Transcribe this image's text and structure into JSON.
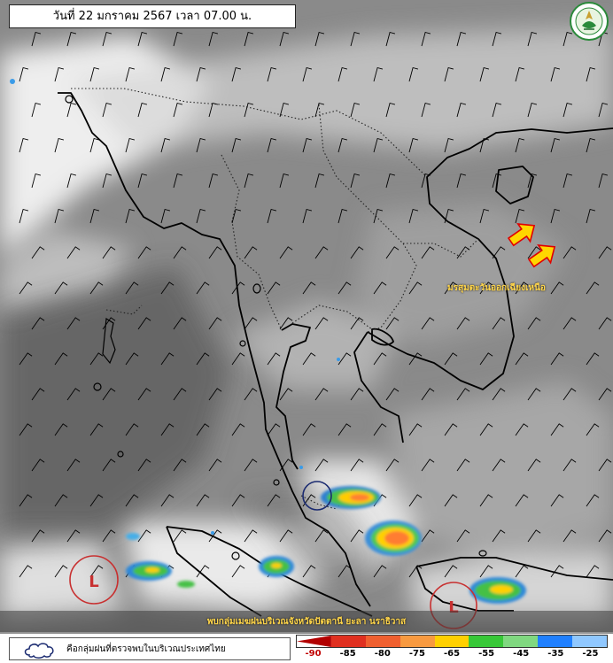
{
  "title": "วันที่ 22 มกราคม 2567 เวลา 07.00 น.",
  "annotations": {
    "monsoon": "มรสุมตะวันออกเฉียงเหนือ",
    "rain_clusters": "พบกลุ่มเมฆฝนบริเวณจังหวัดปัตตานี ยะลา นราธิวาส",
    "low_pressure_symbol": "L"
  },
  "legend": {
    "cloud_icon": "cloud-outline-icon",
    "cloud_text": "คือกลุ่มฝนที่ตรวจพบในบริเวณประเทศไทย",
    "scale_labels": [
      "-90",
      "-85",
      "-80",
      "-75",
      "-65",
      "-55",
      "-45",
      "-35",
      "-25"
    ],
    "scale_colors": [
      "#b30000",
      "#e03020",
      "#f06030",
      "#f89a40",
      "#ffd000",
      "#38c838",
      "#80d880",
      "#2080ff",
      "#90c8ff"
    ]
  },
  "colors": {
    "land_border": "#000000",
    "province_border": "#333333",
    "arrow_fill": "#ffd700",
    "arrow_outline": "#e00000",
    "label_text": "#ffd54a",
    "low_circle": "#c83030"
  }
}
